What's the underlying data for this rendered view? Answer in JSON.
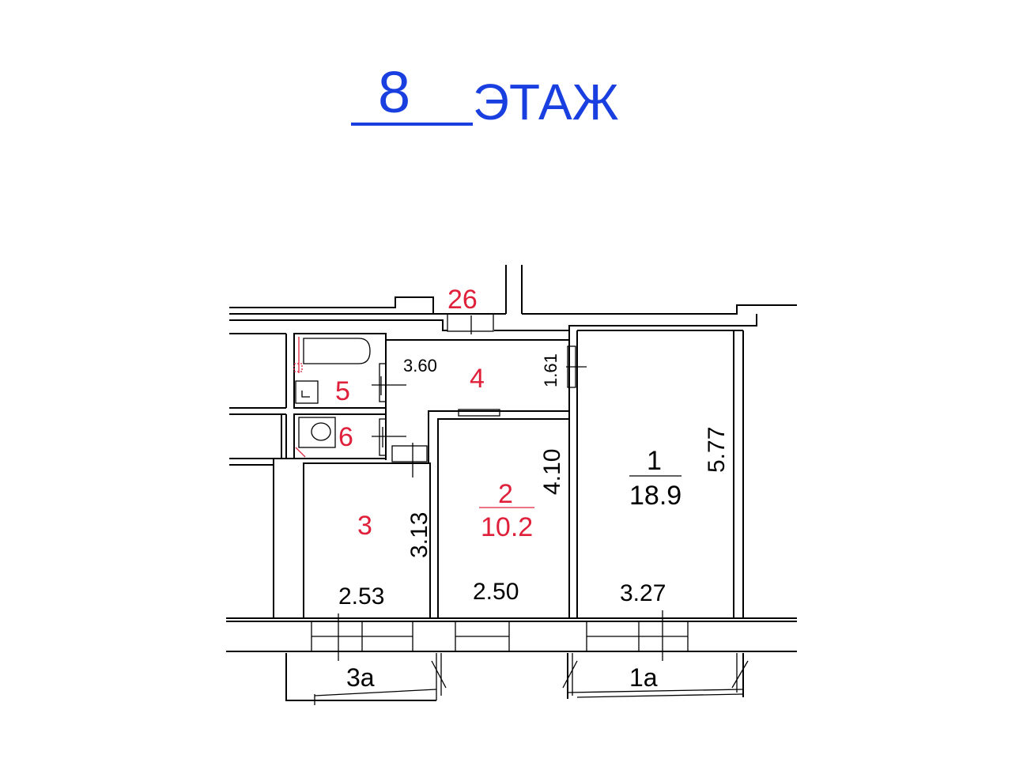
{
  "title": {
    "floor_number": "8",
    "floor_word": "ЭТАЖ"
  },
  "colors": {
    "title": "#1a3fe0",
    "room_labels_red": "#e0203a",
    "lines": "#000000"
  },
  "rooms": {
    "r1": {
      "number": "1",
      "area": "18.9"
    },
    "r2": {
      "number": "2",
      "area": "10.2"
    },
    "r3": {
      "number": "3"
    },
    "r4": {
      "number": "4"
    },
    "r5": {
      "number": "5"
    },
    "r6": {
      "number": "6"
    },
    "r26": {
      "number": "26"
    },
    "r1a": {
      "number": "1а"
    },
    "r3a": {
      "number": "3а"
    }
  },
  "dimensions": {
    "d360": "3.60",
    "d161": "1.61",
    "d577": "5.77",
    "d410": "4.10",
    "d313": "3.13",
    "d253": "2.53",
    "d250": "2.50",
    "d327": "3.27"
  }
}
